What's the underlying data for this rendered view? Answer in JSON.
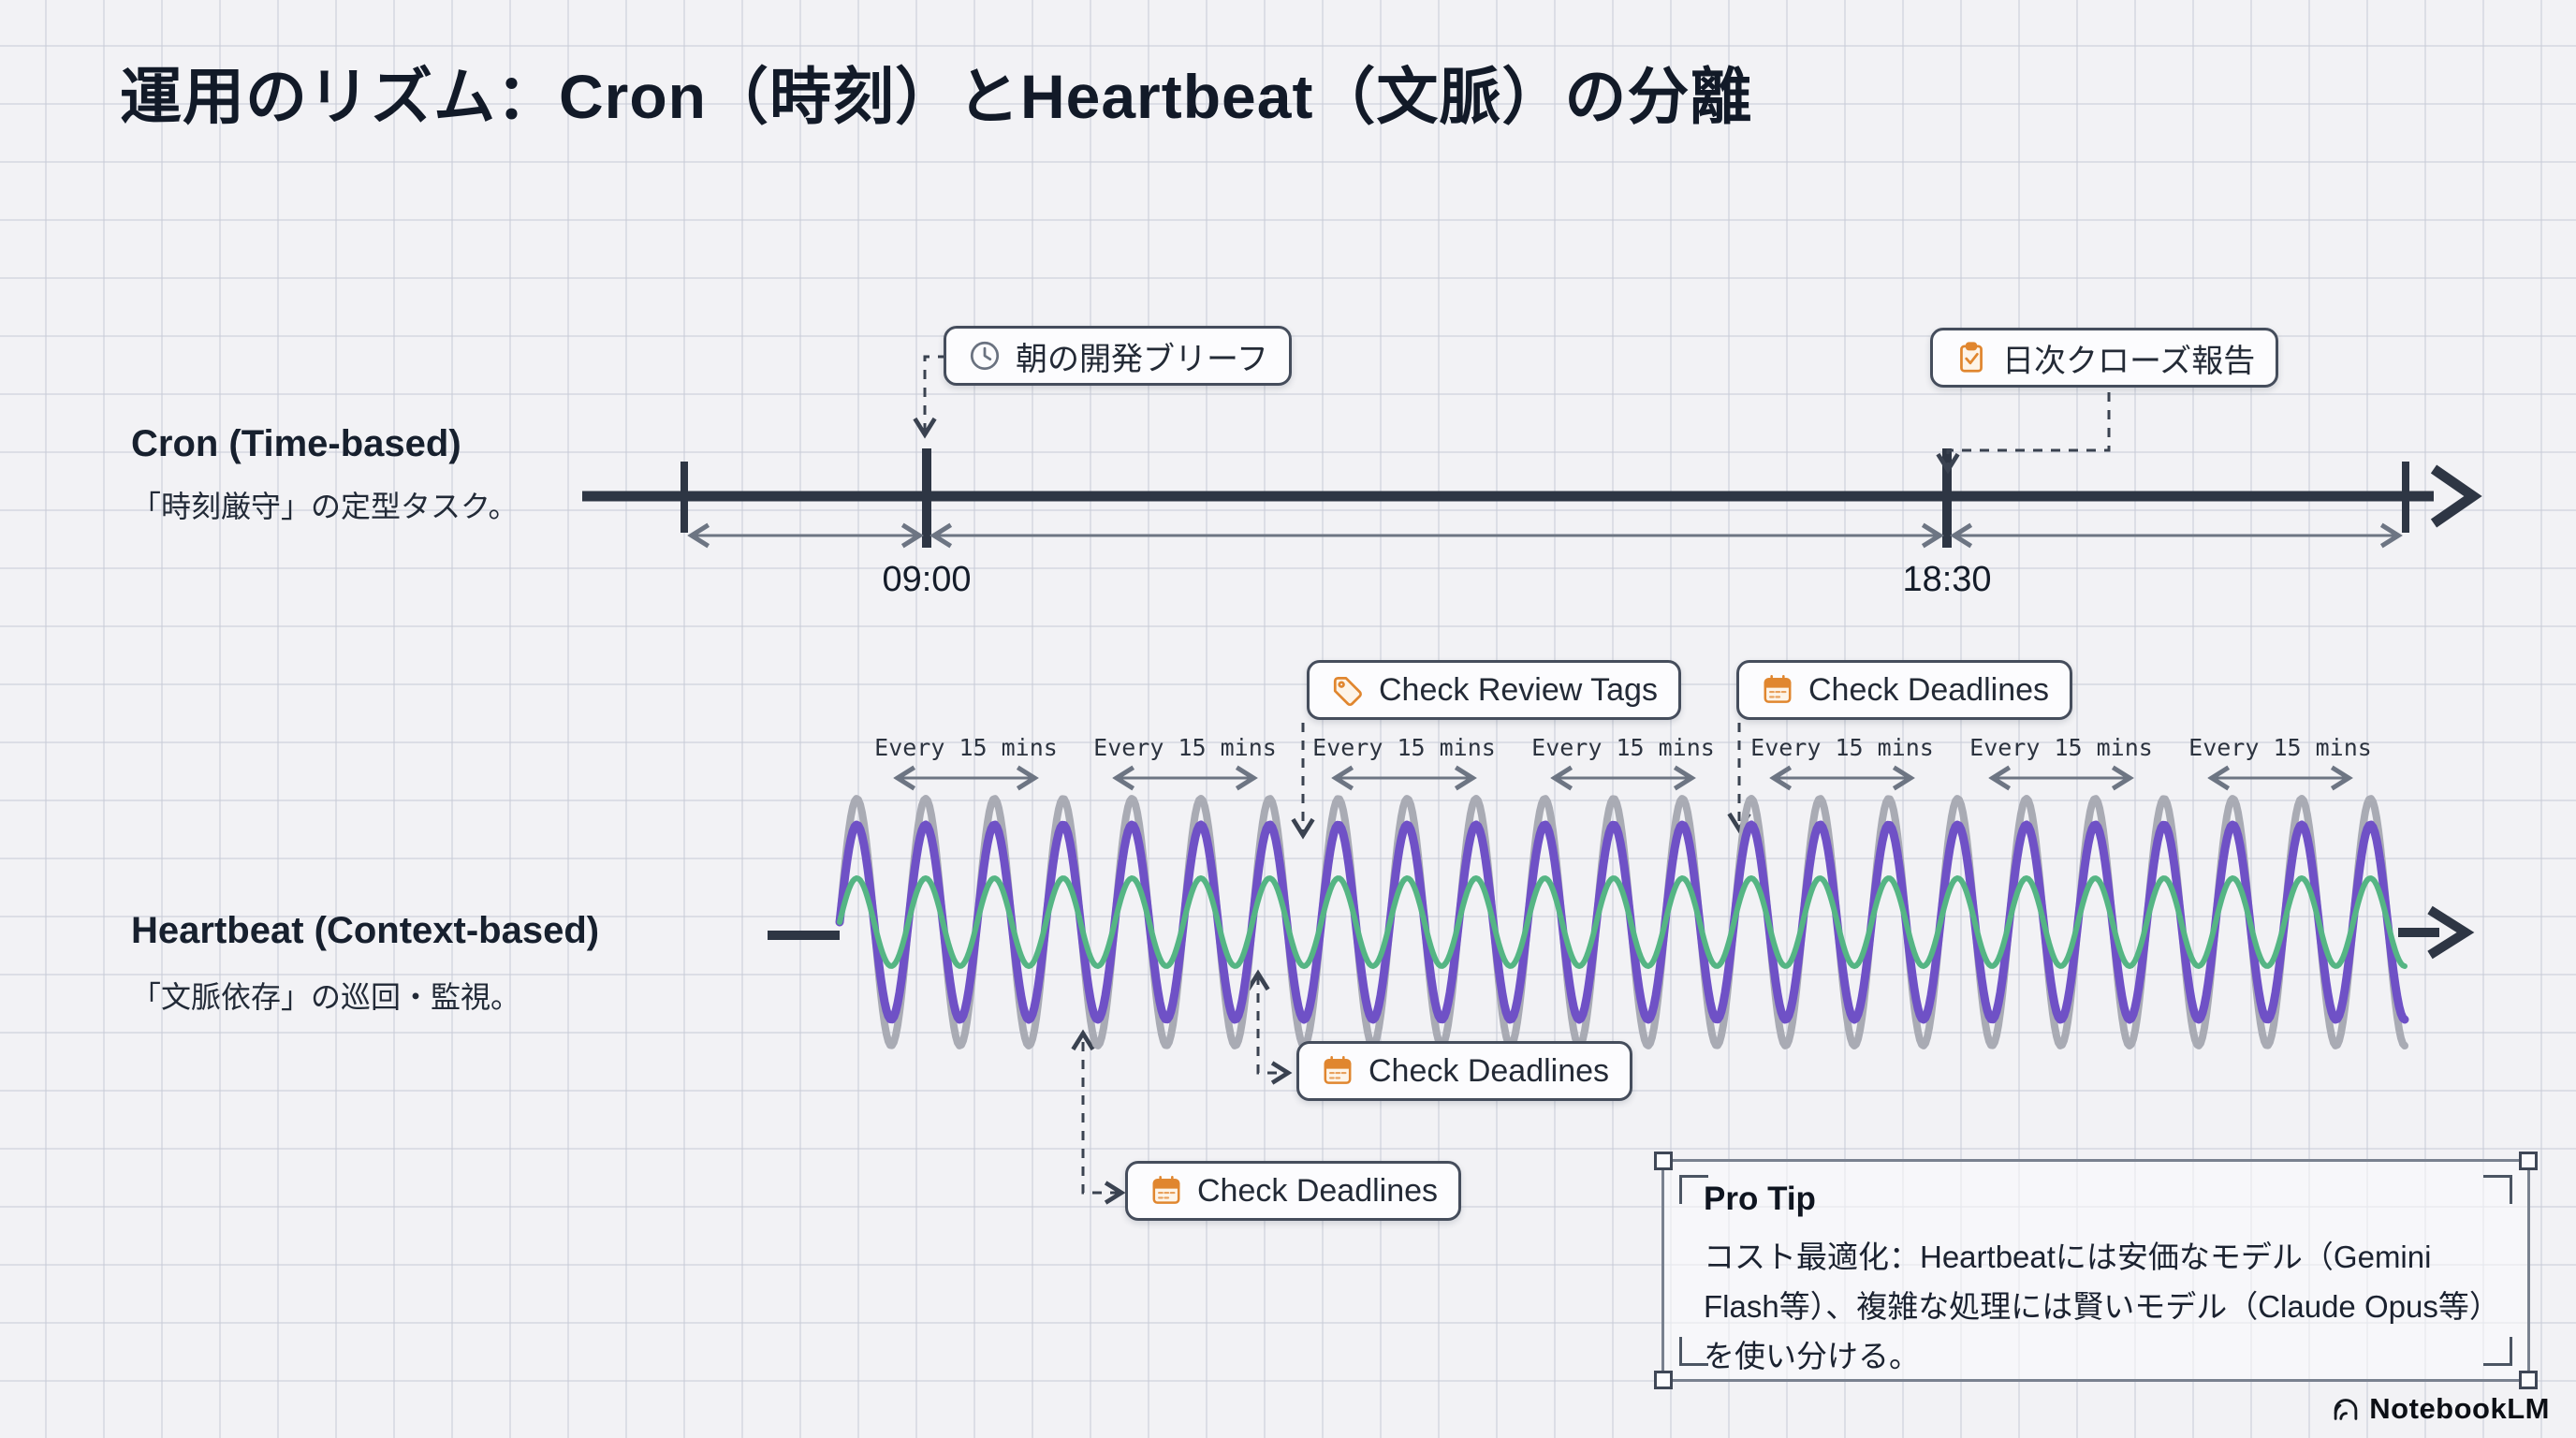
{
  "title": "運用のリズム：Cron（時刻）とHeartbeat（文脈）の分離",
  "cron": {
    "heading": "Cron (Time-based)",
    "subheading": "「時刻厳守」の定型タスク。",
    "callouts": [
      {
        "label": "朝の開発ブリーフ",
        "icon": "clock-icon"
      },
      {
        "label": "日次クローズ報告",
        "icon": "clipboard-check-icon"
      }
    ],
    "tick_times": [
      "09:00",
      "18:30"
    ]
  },
  "heartbeat": {
    "heading": "Heartbeat (Context-based)",
    "subheading": "「文脈依存」の巡回・監視。",
    "intervals": [
      "Every 15 mins",
      "Every 15 mins",
      "Every 15 mins",
      "Every 15 mins",
      "Every 15 mins",
      "Every 15 mins",
      "Every 15 mins"
    ],
    "callouts": [
      {
        "label": "Check Review Tags",
        "icon": "tag-icon"
      },
      {
        "label": "Check Deadlines",
        "icon": "calendar-icon"
      },
      {
        "label": "Check Deadlines",
        "icon": "calendar-icon"
      },
      {
        "label": "Check Deadlines",
        "icon": "calendar-icon"
      }
    ],
    "waves": [
      {
        "name": "outer-gray",
        "color": "#a9abb4",
        "amplitude": 132,
        "stroke_width": 8
      },
      {
        "name": "mid-purple",
        "color": "#6f51c6",
        "amplitude": 104,
        "stroke_width": 9
      },
      {
        "name": "inner-green",
        "color": "#55b584",
        "amplitude": 47,
        "stroke_width": 6
      }
    ]
  },
  "pro_tip": {
    "heading": "Pro Tip",
    "body": "コスト最適化：Heartbeatには安価なモデル（Gemini Flash等）、複雑な処理には賢いモデル（Claude Opus等）を使い分ける。"
  },
  "footer": {
    "brand": "NotebookLM"
  },
  "colors": {
    "accent_orange": "#e0862f",
    "line_dark": "#2e3644",
    "arrow_gray": "#6d7583"
  }
}
